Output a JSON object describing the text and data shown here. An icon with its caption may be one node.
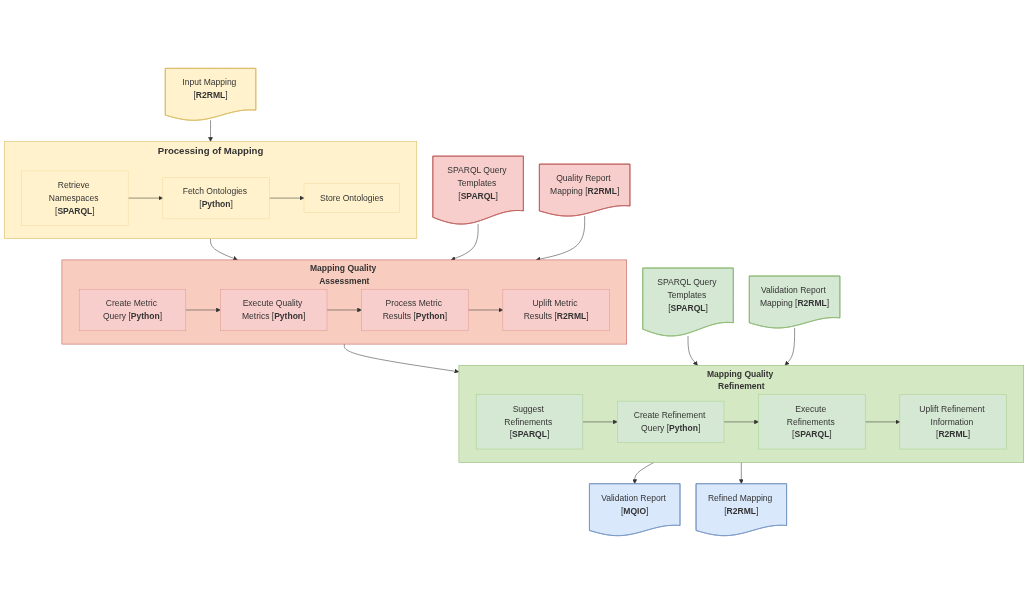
{
  "diagram": {
    "nodes": [
      {
        "text": [
          "Input Mapping [**R2RML**]"
        ]
      },
      {
        "text": [
          "Processing of Mapping"
        ]
      },
      {
        "text": [
          "Retrieve Namespaces [**SPARQL**]"
        ],
        "in": 1
      },
      {
        "text": [
          "Fetch Ontologies [**Python**]"
        ],
        "in": 1
      },
      {
        "text": [
          "Store Ontologies"
        ],
        "in": 1
      },
      {
        "text": [
          "Mapping Quality Assessment"
        ]
      },
      {
        "text": [
          "Create Metric Query [**Python**]"
        ],
        "in": 5
      },
      {
        "text": [
          "Execute Quality Metrics [**Python**]"
        ],
        "in": 5
      },
      {
        "text": [
          "Process Metric Results [**Python**]"
        ],
        "in": 5
      },
      {
        "text": [
          "Uplift Metric Results [**R2RML**]"
        ],
        "in": 5
      },
      {
        "text": [
          "SPARQL Query Templates [**SPARQL**]"
        ]
      },
      {
        "text": [
          "Quality Report Mapping [**R2RML**]"
        ]
      },
      {
        "text": [
          "Mapping Quality Refinement"
        ]
      },
      {
        "text": [
          "Suggest Refinements [**SPARQL**]"
        ],
        "in": 12
      },
      {
        "text": [
          "Create Refinement Query [**Python**]"
        ],
        "in": 12
      },
      {
        "text": [
          "Execute Refinements [**SPARQL**]"
        ],
        "in": 12
      },
      {
        "text": [
          "Uplift Refinement Information [**R2RML**]"
        ],
        "in": 12
      },
      {
        "text": [
          "SPARQL Query Templates [**SPARQL**]"
        ]
      },
      {
        "text": [
          "Validation Report Mapping [**R2RML**]"
        ]
      },
      {
        "text": [
          "Validation Report [**MQIO**]"
        ]
      },
      {
        "text": [
          "Refined Mapping [**R2RML**]"
        ]
      }
    ],
    "edges": [
      {
        "from": 0,
        "to": 1,
        "arrow": "to"
      },
      {
        "from": 2,
        "to": 3,
        "arrow": "to"
      },
      {
        "from": 3,
        "to": 4,
        "arrow": "to"
      },
      {
        "from": 1,
        "to": 5,
        "arrow": "to"
      },
      {
        "from": 6,
        "to": 7,
        "arrow": "to"
      },
      {
        "from": 7,
        "to": 8,
        "arrow": "to"
      },
      {
        "from": 8,
        "to": 9,
        "arrow": "to"
      },
      {
        "from": 10,
        "to": 5,
        "arrow": "to"
      },
      {
        "from": 11,
        "to": 5,
        "arrow": "to"
      },
      {
        "from": 5,
        "to": 12,
        "arrow": "to"
      },
      {
        "from": 13,
        "to": 14,
        "arrow": "to"
      },
      {
        "from": 14,
        "to": 15,
        "arrow": "to"
      },
      {
        "from": 15,
        "to": 16,
        "arrow": "to"
      },
      {
        "from": 17,
        "to": 12,
        "arrow": "to"
      },
      {
        "from": 18,
        "to": 12,
        "arrow": "to"
      },
      {
        "from": 12,
        "to": 19,
        "arrow": "to"
      },
      {
        "from": 12,
        "to": 20,
        "arrow": "to"
      }
    ]
  }
}
